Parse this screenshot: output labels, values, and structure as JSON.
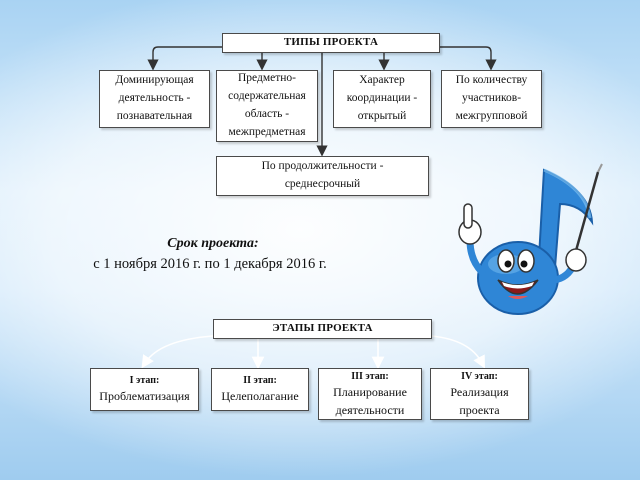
{
  "types": {
    "title": "ТИПЫ ПРОЕКТА",
    "items": [
      {
        "line1": "Доминирующая",
        "line2": "деятельность -",
        "line3": "познавательная",
        "line4": ""
      },
      {
        "line1": "Предметно-",
        "line2": "содержательная",
        "line3": "область -",
        "line4": "межпредметная"
      },
      {
        "line1": "Характер",
        "line2": "координации -",
        "line3": "открытый",
        "line4": ""
      },
      {
        "line1": "По количеству",
        "line2": "участников-",
        "line3": "межгрупповой",
        "line4": ""
      }
    ],
    "duration": {
      "line1": "По продолжительности -",
      "line2": "среднесрочный"
    }
  },
  "term": {
    "label": "Срок проекта:",
    "value": "с 1 ноября 2016 г. по 1 декабря 2016 г."
  },
  "stages": {
    "title": "ЭТАПЫ ПРОЕКТА",
    "items": [
      {
        "label": "I этап:",
        "line1": "Проблематизация",
        "line2": ""
      },
      {
        "label": "II этап:",
        "line1": "Целеполагание",
        "line2": ""
      },
      {
        "label": "III этап:",
        "line1": "Планирование",
        "line2": "деятельности"
      },
      {
        "label": "IV этап:",
        "line1": "Реализация",
        "line2": "проекта"
      }
    ]
  },
  "colors": {
    "connector_types": "#333333",
    "connector_stages": "#ffffff",
    "mascot_body": "#2f86d6",
    "mascot_dark": "#1a5fa8"
  },
  "icons": {
    "mascot": "music-note-mascot-icon"
  }
}
